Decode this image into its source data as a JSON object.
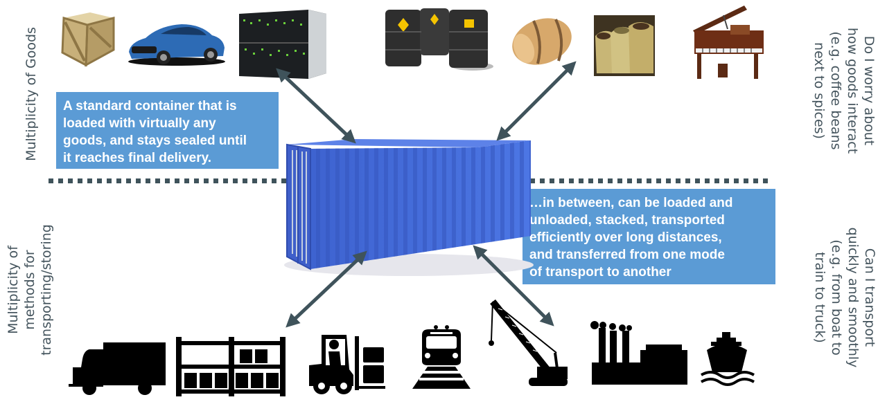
{
  "left_labels": {
    "goods": "Multiplicity of Goods",
    "methods": [
      "Multiplicity of",
      "methods for",
      "transporting/storing"
    ]
  },
  "right_labels": {
    "goods_question": [
      "Do I worry about",
      "how goods interact",
      "(e.g. coffee beans",
      "next to spices)"
    ],
    "transport_question": [
      "Can I transport",
      "quickly and smoothly",
      "(e.g. from boat to",
      "train to truck)"
    ]
  },
  "callouts": {
    "top": [
      "A standard container that is",
      "loaded with virtually any",
      "goods, and stays sealed until",
      "it reaches final delivery."
    ],
    "bottom": [
      "…in between, can be loaded and",
      "unloaded, stacked, transported",
      "efficiently  over long distances,",
      "and transferred from one mode",
      "of transport to another"
    ]
  },
  "goods_images": [
    "wooden-crate",
    "sports-car",
    "server-rack",
    "oil-drums",
    "wooden-barrel",
    "coffee-sacks",
    "grand-piano"
  ],
  "transport_icons": [
    "truck",
    "storage-rack",
    "forklift",
    "train",
    "crane",
    "factory",
    "ship"
  ],
  "colors": {
    "callout_bg": "#5b9bd5",
    "arrow": "#3f535b",
    "container": "#4a6fd8",
    "label_text": "#44545d"
  }
}
